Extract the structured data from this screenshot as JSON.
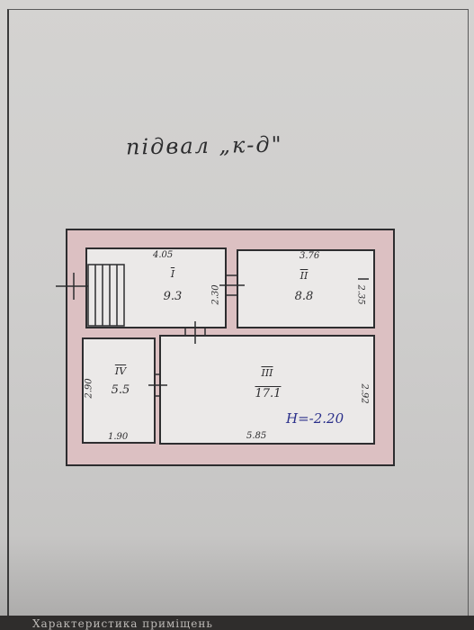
{
  "title": "підвал „к-д\"",
  "rooms": [
    {
      "number": "I",
      "area": "9.3"
    },
    {
      "number": "II",
      "area": "8.8"
    },
    {
      "number": "III",
      "area": "17.1"
    },
    {
      "number": "IV",
      "area": "5.5"
    }
  ],
  "dimensions": {
    "room1_top": "4.05",
    "room1_side": "2.30",
    "room2_top": "3.76",
    "room2_side": "2.35",
    "room3_bottom": "5.85",
    "room3_side": "2.92",
    "room4_side": "2.90",
    "room4_bottom": "1.90"
  },
  "height_note": "H=-2.20",
  "footer_text": "Характеристика приміщень",
  "colors": {
    "wall_fill": "#dcc0c2",
    "ink": "#2c2c2e",
    "blue_ink": "#2a2f8a"
  }
}
